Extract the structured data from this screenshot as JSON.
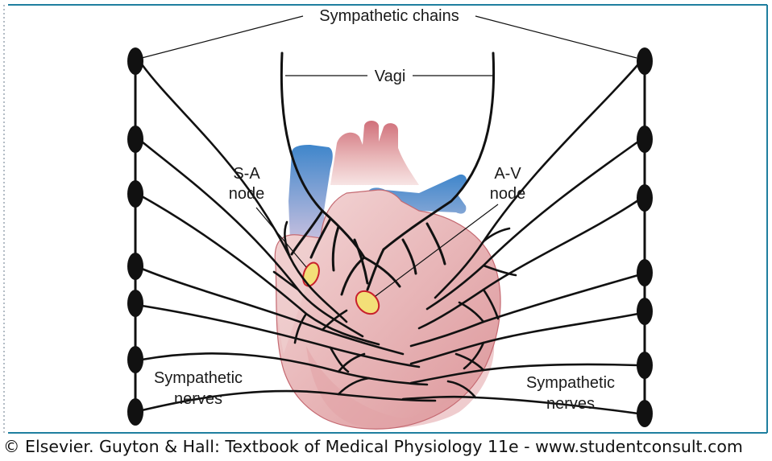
{
  "labels": {
    "sympathetic_chains": "Sympathetic chains",
    "vagi": "Vagi",
    "sa_node_line1": "S-A",
    "sa_node_line2": "node",
    "av_node_line1": "A-V",
    "av_node_line2": "node",
    "sympathetic_nerves_left_line1": "Sympathetic",
    "sympathetic_nerves_left_line2": "nerves",
    "sympathetic_nerves_right_line1": "Sympathetic",
    "sympathetic_nerves_right_line2": "nerves"
  },
  "caption": "© Elsevier. Guyton & Hall: Textbook of Medical Physiology 11e - www.studentconsult.com",
  "colors": {
    "frame_border": "#1f7f9f",
    "heart_red": "#d98a8f",
    "heart_light": "#f6e1e1",
    "vessel_blue": "#4a8fce",
    "node_fill": "#f3df78",
    "node_stroke": "#c8202c",
    "nerve": "#111111"
  }
}
